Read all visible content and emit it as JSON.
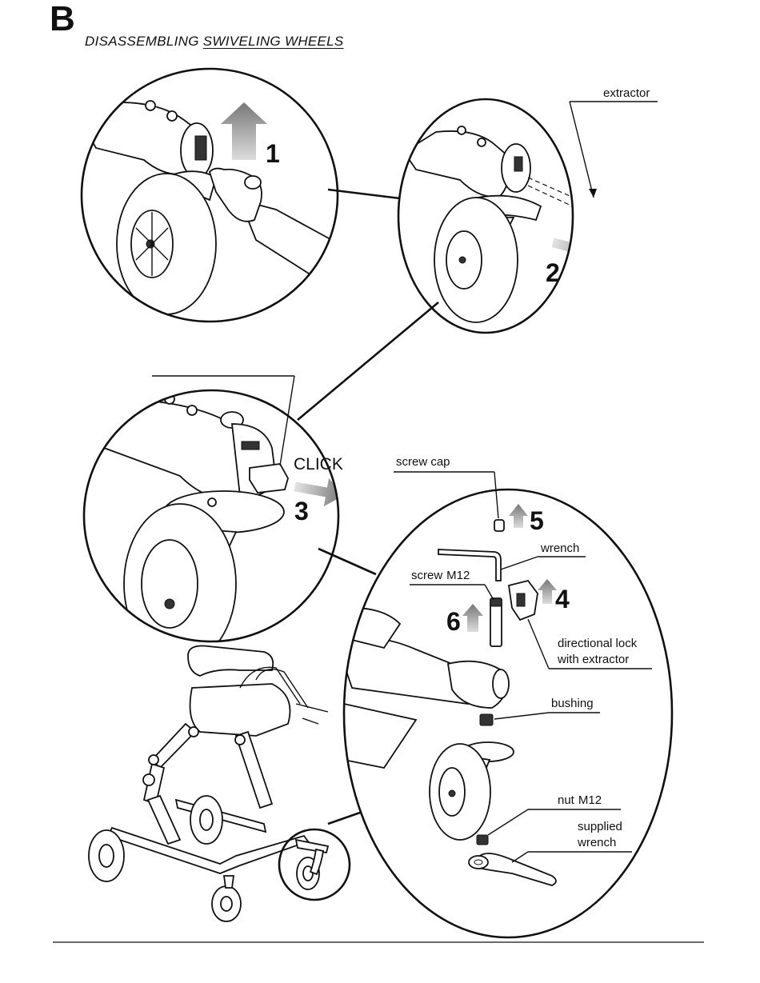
{
  "section_letter": "B",
  "title": {
    "prefix": "DISASSEMBLING ",
    "underlined": "SWIVELING WHEELS"
  },
  "steps": [
    "1",
    "2",
    "3",
    "4",
    "5",
    "6"
  ],
  "click_text": "CLICK",
  "labels": {
    "extractor": "extractor",
    "screw_cap": "screw cap",
    "wrench": "wrench",
    "screw": "screw",
    "screw_size": "M12",
    "directional_lock_1": "directional lock",
    "directional_lock_2": "with extractor",
    "bushing": "bushing",
    "nut": "nut",
    "nut_size": "M12",
    "supplied_wrench_1": "supplied",
    "supplied_wrench_2": "wrench"
  }
}
